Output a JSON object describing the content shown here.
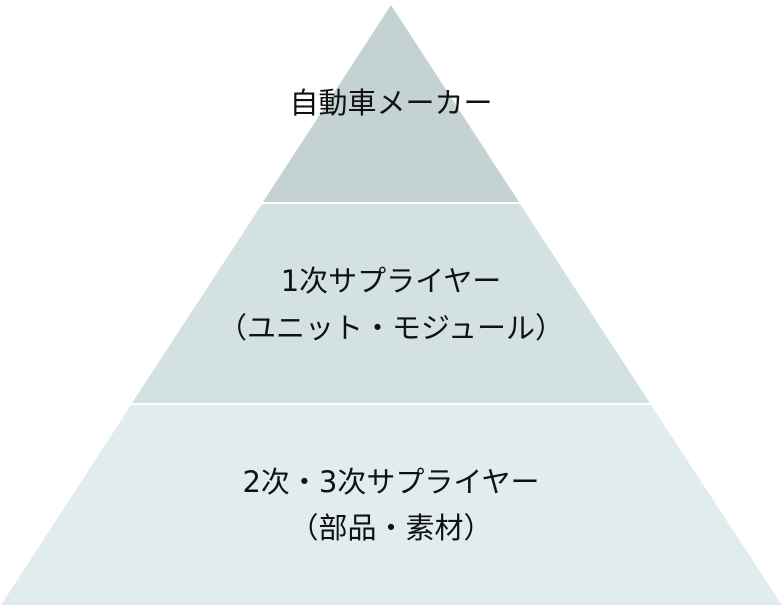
{
  "tiers": [
    {
      "lines": [
        "自動車メーカー"
      ],
      "color": "#c5d2d4"
    },
    {
      "lines": [
        "1次サプライヤー",
        "（ユニット・モジュール）"
      ],
      "color": "#d4e1e3"
    },
    {
      "lines": [
        "2次・3次サプライヤー",
        "（部品・素材）"
      ],
      "color": "#e1ecee"
    }
  ]
}
